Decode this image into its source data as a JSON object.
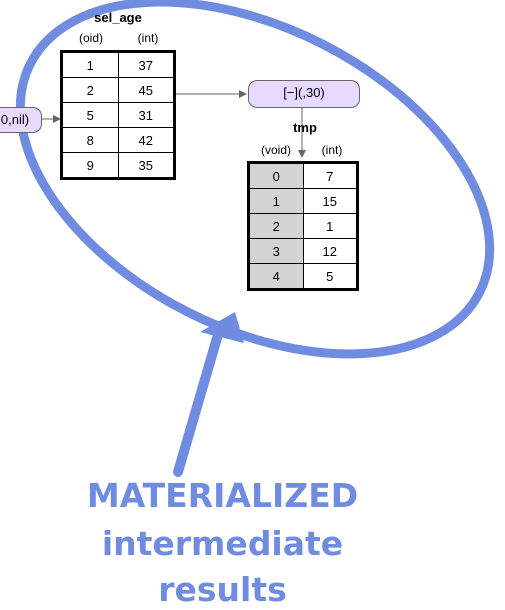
{
  "sel_age": {
    "title": "sel_age",
    "head_oid": "(oid)",
    "head_int": "(int)",
    "rows": [
      [
        "1",
        "37"
      ],
      [
        "2",
        "45"
      ],
      [
        "5",
        "31"
      ],
      [
        "8",
        "42"
      ],
      [
        "9",
        "35"
      ]
    ]
  },
  "operator_left": {
    "label": "0,nil)"
  },
  "operator_right": {
    "label": "[−](,30)"
  },
  "tmp": {
    "title": "tmp",
    "head_void": "(void)",
    "head_int": "(int)",
    "rows": [
      [
        "0",
        "7"
      ],
      [
        "1",
        "15"
      ],
      [
        "2",
        "1"
      ],
      [
        "3",
        "12"
      ],
      [
        "4",
        "5"
      ]
    ]
  },
  "caption": {
    "line1": "MATERIALIZED",
    "line2": "intermediate",
    "line3": "results"
  },
  "colors": {
    "highlight": "#6f8ce0",
    "operator_fill": "#e7d9ff",
    "void_cell": "#d3d3d3"
  }
}
